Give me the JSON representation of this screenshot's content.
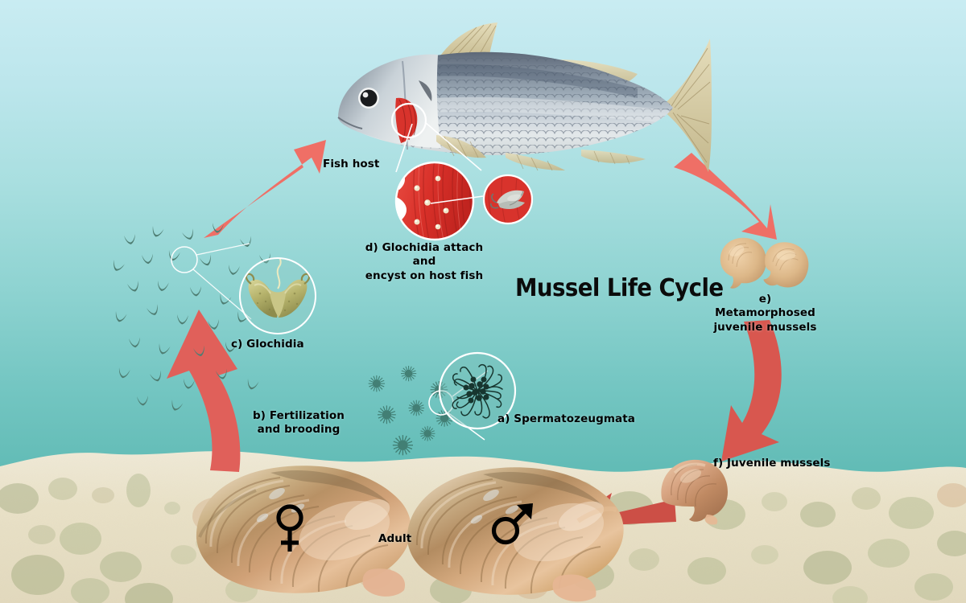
{
  "diagram": {
    "title": "Mussel Life Cycle",
    "type": "life-cycle-diagram",
    "subject": "freshwater mussel (Unionidae) reproductive life cycle",
    "background": {
      "water_top_color": "#c9ecf2",
      "water_bottom_color": "#52b0a9",
      "substrate_color": "#e9e2ca",
      "arrow_color": "#ef6f66",
      "arrow_color_dark": "#cc4f46"
    },
    "labels": {
      "fish_host": "Fish host",
      "stage_d": "d) Glochidia attach and\nencyst on host fish",
      "stage_e": "e) Metamorphosed\njuvenile mussels",
      "stage_f": "f) Juvenile mussels",
      "stage_a": "a) Spermatozeugmata",
      "stage_b": "b) Fertilization\nand brooding",
      "stage_c": "c) Glochidia",
      "adult": "Adult"
    },
    "sex_symbols": {
      "female": "♀",
      "female_name": "female-mussel-symbol",
      "male": "♂",
      "male_name": "male-mussel-symbol"
    },
    "stages": [
      {
        "key": "a",
        "label": "a) Spermatozeugmata",
        "order": 1
      },
      {
        "key": "b",
        "label": "b) Fertilization and brooding",
        "order": 2
      },
      {
        "key": "c",
        "label": "c) Glochidia",
        "order": 3
      },
      {
        "key": "d",
        "label": "d) Glochidia attach and encyst on host fish",
        "order": 4
      },
      {
        "key": "e",
        "label": "e) Metamorphosed juvenile mussels",
        "order": 5
      },
      {
        "key": "f",
        "label": "f) Juvenile mussels",
        "order": 6
      }
    ],
    "organisms": {
      "fish_host": "fish-host-illustration",
      "adult_female_mussel": "adult-female-mussel",
      "adult_male_mussel": "adult-male-mussel",
      "glochidia_swarm": "glochidia-swarm",
      "glochidia_magnifier": "glochidia-magnifier",
      "spermatozeugmata_magnifier": "spermatozeugmata-magnifier",
      "gill_magnifier": "fish-gill-magnifier",
      "encysted_glochidium_magnifier": "encysted-glochidium-magnifier",
      "juvenile_mussels_pair": "metamorphosed-juvenile-mussels",
      "juvenile_mussel_settled": "settled-juvenile-mussel"
    }
  }
}
